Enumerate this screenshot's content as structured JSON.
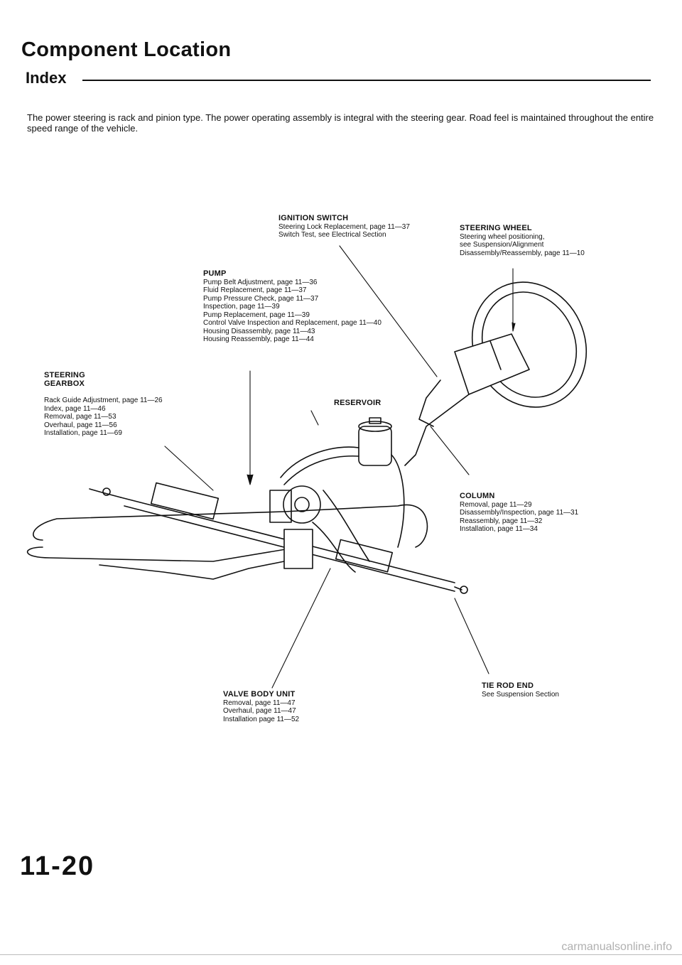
{
  "header": {
    "title": "Component Location",
    "subtitle": "Index"
  },
  "intro": "The power steering is rack and pinion type. The power operating assembly is integral with the steering gear. Road feel is maintained throughout the entire speed range of the vehicle.",
  "callouts": {
    "ignition": {
      "heading": "IGNITION SWITCH",
      "lines": [
        "Steering Lock Replacement, page 11—37",
        "Switch Test, see Electrical Section"
      ]
    },
    "steering_wheel": {
      "heading": "STEERING WHEEL",
      "lines": [
        "Steering wheel positioning,",
        "see Suspension/Alignment",
        "Disassembly/Reassembly, page 11—10"
      ]
    },
    "pump": {
      "heading": "PUMP",
      "lines": [
        "Pump Belt Adjustment, page 11—36",
        "Fluid Replacement, page 11—37",
        "Pump Pressure Check, page 11—37",
        "Inspection, page 11—39",
        "Pump Replacement, page 11—39",
        "Control Valve Inspection and Replacement, page 11—40",
        "Housing Disassembly, page 11—43",
        "Housing Reassembly, page 11—44"
      ]
    },
    "gearbox": {
      "heading": "STEERING GEARBOX",
      "lines": [
        "Rack Guide Adjustment, page 11—26",
        "Index, page 11—46",
        "Removal, page 11—53",
        "Overhaul, page 11—56",
        "Installation, page 11—69"
      ]
    },
    "reservoir": {
      "heading": "RESERVOIR",
      "lines": []
    },
    "column": {
      "heading": "COLUMN",
      "lines": [
        "Removal, page 11—29",
        "Disassembly/Inspection, page 11—31",
        "Reassembly, page 11—32",
        "Installation, page 11—34"
      ]
    },
    "tie_rod": {
      "heading": "TIE ROD END",
      "lines": [
        "See Suspension Section"
      ]
    },
    "valve_body": {
      "heading": "VALVE BODY UNIT",
      "lines": [
        "Removal, page 11—47",
        "Overhaul, page 11—47",
        "Installation page 11—52"
      ]
    }
  },
  "page_number": "11-20",
  "watermark": "carmanualsonline.info"
}
